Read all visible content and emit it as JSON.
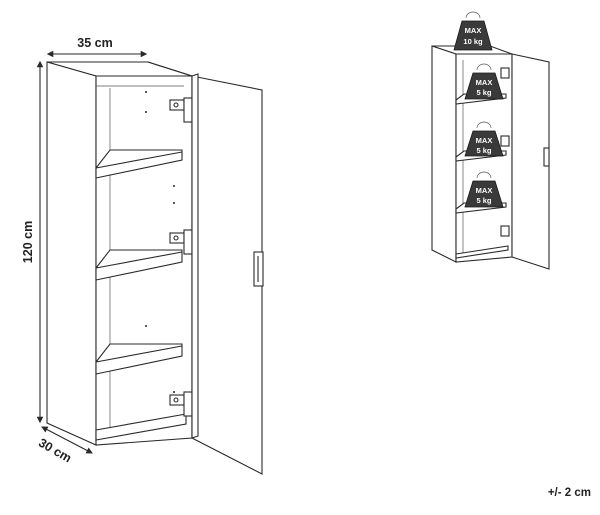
{
  "dimensions": {
    "width_label": "35 cm",
    "height_label": "120 cm",
    "depth_label": "30 cm",
    "tolerance_label": "+/- 2 cm"
  },
  "load_capacity": [
    {
      "line1": "MAX",
      "line2": "10 kg"
    },
    {
      "line1": "MAX",
      "line2": "5 kg"
    },
    {
      "line1": "MAX",
      "line2": "5 kg"
    },
    {
      "line1": "MAX",
      "line2": "5 kg"
    }
  ],
  "colors": {
    "line": "#2a2a2a",
    "weight_fill": "#3a3a3a",
    "background": "#ffffff"
  }
}
